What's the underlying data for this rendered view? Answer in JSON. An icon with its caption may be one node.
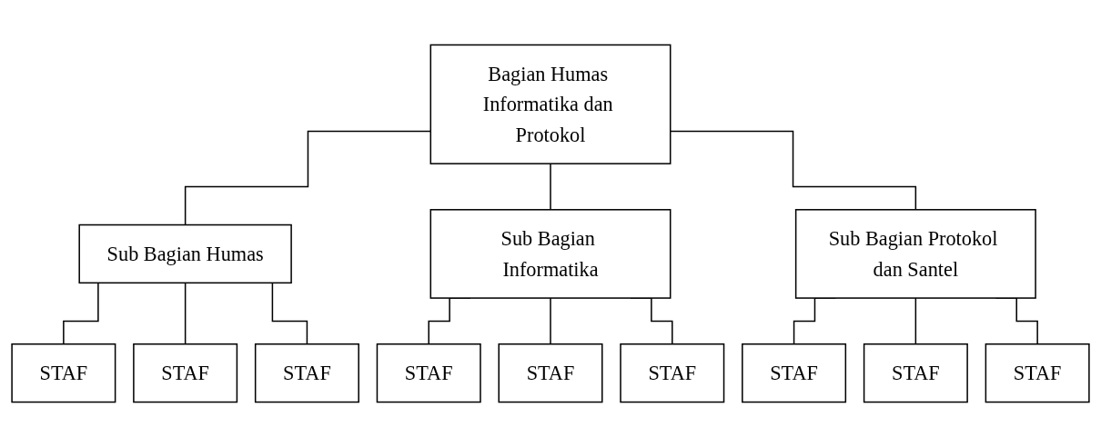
{
  "diagram": {
    "nodes": [
      {
        "text": [
          "Bagian Humas Informatika dan Protokol"
        ]
      },
      {
        "text": [
          "Sub Bagian Humas"
        ]
      },
      {
        "text": [
          "Sub Bagian Informatika"
        ]
      },
      {
        "text": [
          "Sub Bagian Protokol dan Santel"
        ]
      },
      {
        "text": [
          "STAF"
        ]
      },
      {
        "text": [
          "STAF"
        ]
      },
      {
        "text": [
          "STAF"
        ]
      },
      {
        "text": [
          "STAF"
        ]
      },
      {
        "text": [
          "STAF"
        ]
      },
      {
        "text": [
          "STAF"
        ]
      },
      {
        "text": [
          "STAF"
        ]
      },
      {
        "text": [
          "STAF"
        ]
      },
      {
        "text": [
          "STAF"
        ]
      }
    ],
    "edges": [
      {
        "from": 0,
        "to": 1,
        "arrow": "none"
      },
      {
        "from": 0,
        "to": 2,
        "arrow": "none"
      },
      {
        "from": 0,
        "to": 3,
        "arrow": "none"
      },
      {
        "from": 1,
        "to": 4,
        "arrow": "none"
      },
      {
        "from": 1,
        "to": 5,
        "arrow": "none"
      },
      {
        "from": 1,
        "to": 6,
        "arrow": "none"
      },
      {
        "from": 2,
        "to": 7,
        "arrow": "none"
      },
      {
        "from": 2,
        "to": 8,
        "arrow": "none"
      },
      {
        "from": 2,
        "to": 9,
        "arrow": "none"
      },
      {
        "from": 3,
        "to": 10,
        "arrow": "none"
      },
      {
        "from": 3,
        "to": 11,
        "arrow": "none"
      },
      {
        "from": 3,
        "to": 12,
        "arrow": "none"
      }
    ]
  }
}
